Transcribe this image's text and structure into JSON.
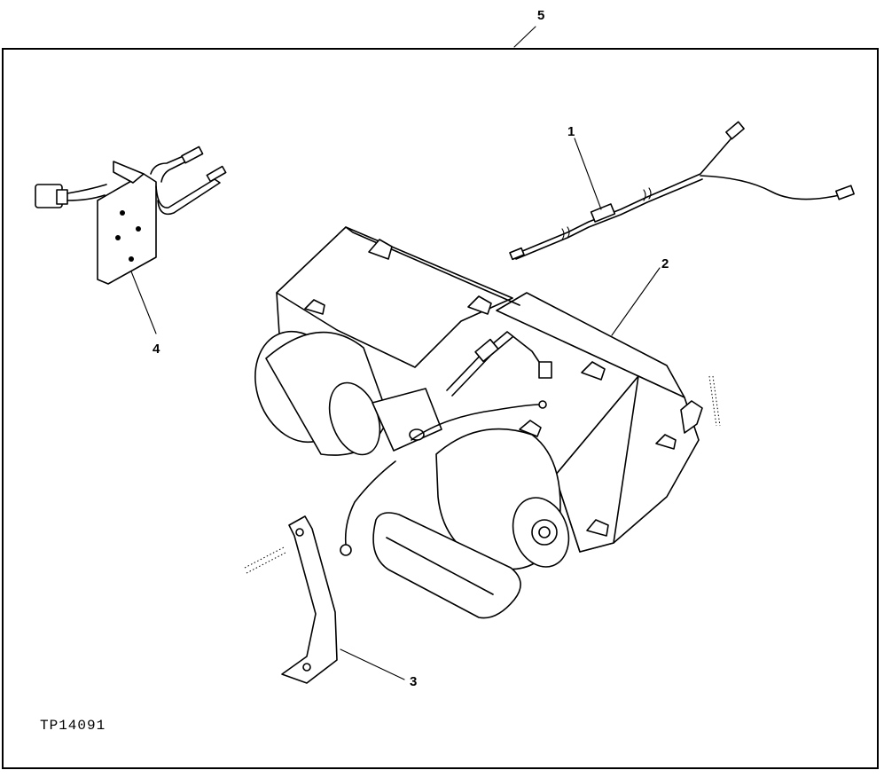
{
  "figure_id": "TP14091",
  "callouts": {
    "c1": "1",
    "c2": "2",
    "c3": "3",
    "c4": "4",
    "c5": "5"
  },
  "colors": {
    "ink": "#000000",
    "paper": "#ffffff"
  }
}
